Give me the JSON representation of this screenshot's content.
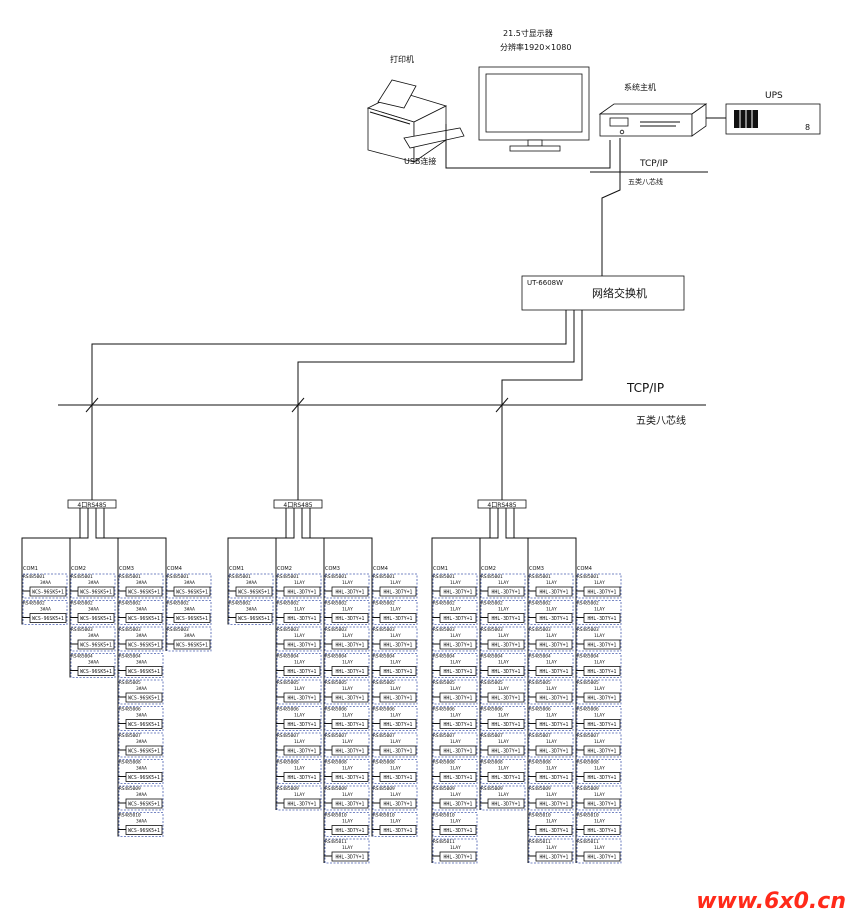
{
  "monitor": {
    "title": "21.5寸显示器",
    "subtitle": "分辨率1920×1080"
  },
  "printer": {
    "label": "打印机",
    "link": "USB连接"
  },
  "host": {
    "label": "系统主机"
  },
  "ups": {
    "label": "UPS",
    "digit": "8"
  },
  "top_link": {
    "protocol": "TCP/IP",
    "cable": "五类八芯线"
  },
  "switch": {
    "model": "UT-6608W",
    "label": "网络交换机"
  },
  "main_bus": {
    "protocol": "TCP/IP",
    "cable": "五类八芯线"
  },
  "watermark": "www.6x0.cn",
  "gateways": [
    {
      "label": "4口RS485",
      "ports": [
        {
          "com": "COM1",
          "addrs": [
            "RS485001",
            "RS485002"
          ],
          "names": [
            "3#AA",
            "3#AA"
          ],
          "dev": "WCS-96SK5+1"
        },
        {
          "com": "COM2",
          "addrs": [
            "RS485001",
            "RS485002",
            "RS485003",
            "RS485004"
          ],
          "names": [
            "3#AA",
            "3#AA",
            "3#AA",
            "3#AA"
          ],
          "dev": "WCS-96SK5+1"
        },
        {
          "com": "COM3",
          "addrs": [
            "RS485001",
            "RS485002",
            "RS485003",
            "RS485004",
            "RS485005",
            "RS485006",
            "RS485007",
            "RS485008",
            "RS485009",
            "RS485010"
          ],
          "names": [
            "3#AA",
            "3#AA",
            "3#AA",
            "3#AA",
            "3#AA",
            "3#AA",
            "3#AA",
            "3#AA",
            "3#AA",
            "3#AA"
          ],
          "dev": "WCS-96SK5+1"
        },
        {
          "com": "COM4",
          "addrs": [
            "RS485001",
            "RS485002",
            "RS485003"
          ],
          "names": [
            "3#AA",
            "3#AA",
            "3#AA"
          ],
          "dev": "WCS-96SK5+1"
        }
      ]
    },
    {
      "label": "4口RS485",
      "ports": [
        {
          "com": "COM1",
          "addrs": [
            "RS485001",
            "RS485002"
          ],
          "names": [
            "3#AA",
            "3#AA"
          ],
          "dev": "WCS-96SK5+1"
        },
        {
          "com": "COM2",
          "addrs": [
            "RS485001",
            "RS485002",
            "RS485003",
            "RS485004",
            "RS485005",
            "RS485006",
            "RS485007",
            "RS485008",
            "RS485009"
          ],
          "names": [
            "1LAY",
            "1LAY",
            "1LAY",
            "1LAY",
            "1LAY",
            "1LAY",
            "1LAY",
            "1LAY",
            "1LAY"
          ],
          "dev": "HHL-3D7Y+1"
        },
        {
          "com": "COM3",
          "addrs": [
            "RS485001",
            "RS485002",
            "RS485003",
            "RS485004",
            "RS485005",
            "RS485006",
            "RS485007",
            "RS485008",
            "RS485009",
            "RS485010",
            "RS485011"
          ],
          "names": [
            "1LAY",
            "1LAY",
            "1LAY",
            "1LAY",
            "1LAY",
            "1LAY",
            "1LAY",
            "1LAY",
            "1LAY",
            "1LAY",
            "1LAY"
          ],
          "dev": "HHL-3D7Y+1"
        },
        {
          "com": "COM4",
          "addrs": [
            "RS485001",
            "RS485002",
            "RS485003",
            "RS485004",
            "RS485005",
            "RS485006",
            "RS485007",
            "RS485008",
            "RS485009",
            "RS485010"
          ],
          "names": [
            "1LAY",
            "1LAY",
            "1LAY",
            "1LAY",
            "1LAY",
            "1LAY",
            "1LAY",
            "1LAY",
            "1LAY",
            "1LAY"
          ],
          "dev": "HHL-3D7Y+1"
        }
      ]
    },
    {
      "label": "4口RS485",
      "ports": [
        {
          "com": "COM1",
          "addrs": [
            "RS485001",
            "RS485002",
            "RS485003",
            "RS485004",
            "RS485005",
            "RS485006",
            "RS485007",
            "RS485008",
            "RS485009",
            "RS485010",
            "RS485011"
          ],
          "names": [
            "1LAY",
            "1LAY",
            "1LAY",
            "1LAY",
            "1LAY",
            "1LAY",
            "1LAY",
            "1LAY",
            "1LAY",
            "1LAY",
            "1LAY"
          ],
          "dev": "HHL-3D7Y+1"
        },
        {
          "com": "COM2",
          "addrs": [
            "RS485001",
            "RS485002",
            "RS485003",
            "RS485004",
            "RS485005",
            "RS485006",
            "RS485007",
            "RS485008",
            "RS485009"
          ],
          "names": [
            "1LAY",
            "1LAY",
            "1LAY",
            "1LAY",
            "1LAY",
            "1LAY",
            "1LAY",
            "1LAY",
            "1LAY"
          ],
          "dev": "HHL-3D7Y+1"
        },
        {
          "com": "COM3",
          "addrs": [
            "RS485001",
            "RS485002",
            "RS485003",
            "RS485004",
            "RS485005",
            "RS485006",
            "RS485007",
            "RS485008",
            "RS485009",
            "RS485010",
            "RS485011"
          ],
          "names": [
            "1LAY",
            "1LAY",
            "1LAY",
            "1LAY",
            "1LAY",
            "1LAY",
            "1LAY",
            "1LAY",
            "1LAY",
            "1LAY",
            "1LAY"
          ],
          "dev": "HHL-3D7Y+1"
        },
        {
          "com": "COM4",
          "addrs": [
            "RS485001",
            "RS485002",
            "RS485003",
            "RS485004",
            "RS485005",
            "RS485006",
            "RS485007",
            "RS485008",
            "RS485009",
            "RS485010",
            "RS485011"
          ],
          "names": [
            "1LAY",
            "1LAY",
            "1LAY",
            "1LAY",
            "1LAY",
            "1LAY",
            "1LAY",
            "1LAY",
            "1LAY",
            "1LAY",
            "1LAY"
          ],
          "dev": "HHL-3D7Y+1"
        }
      ]
    }
  ]
}
